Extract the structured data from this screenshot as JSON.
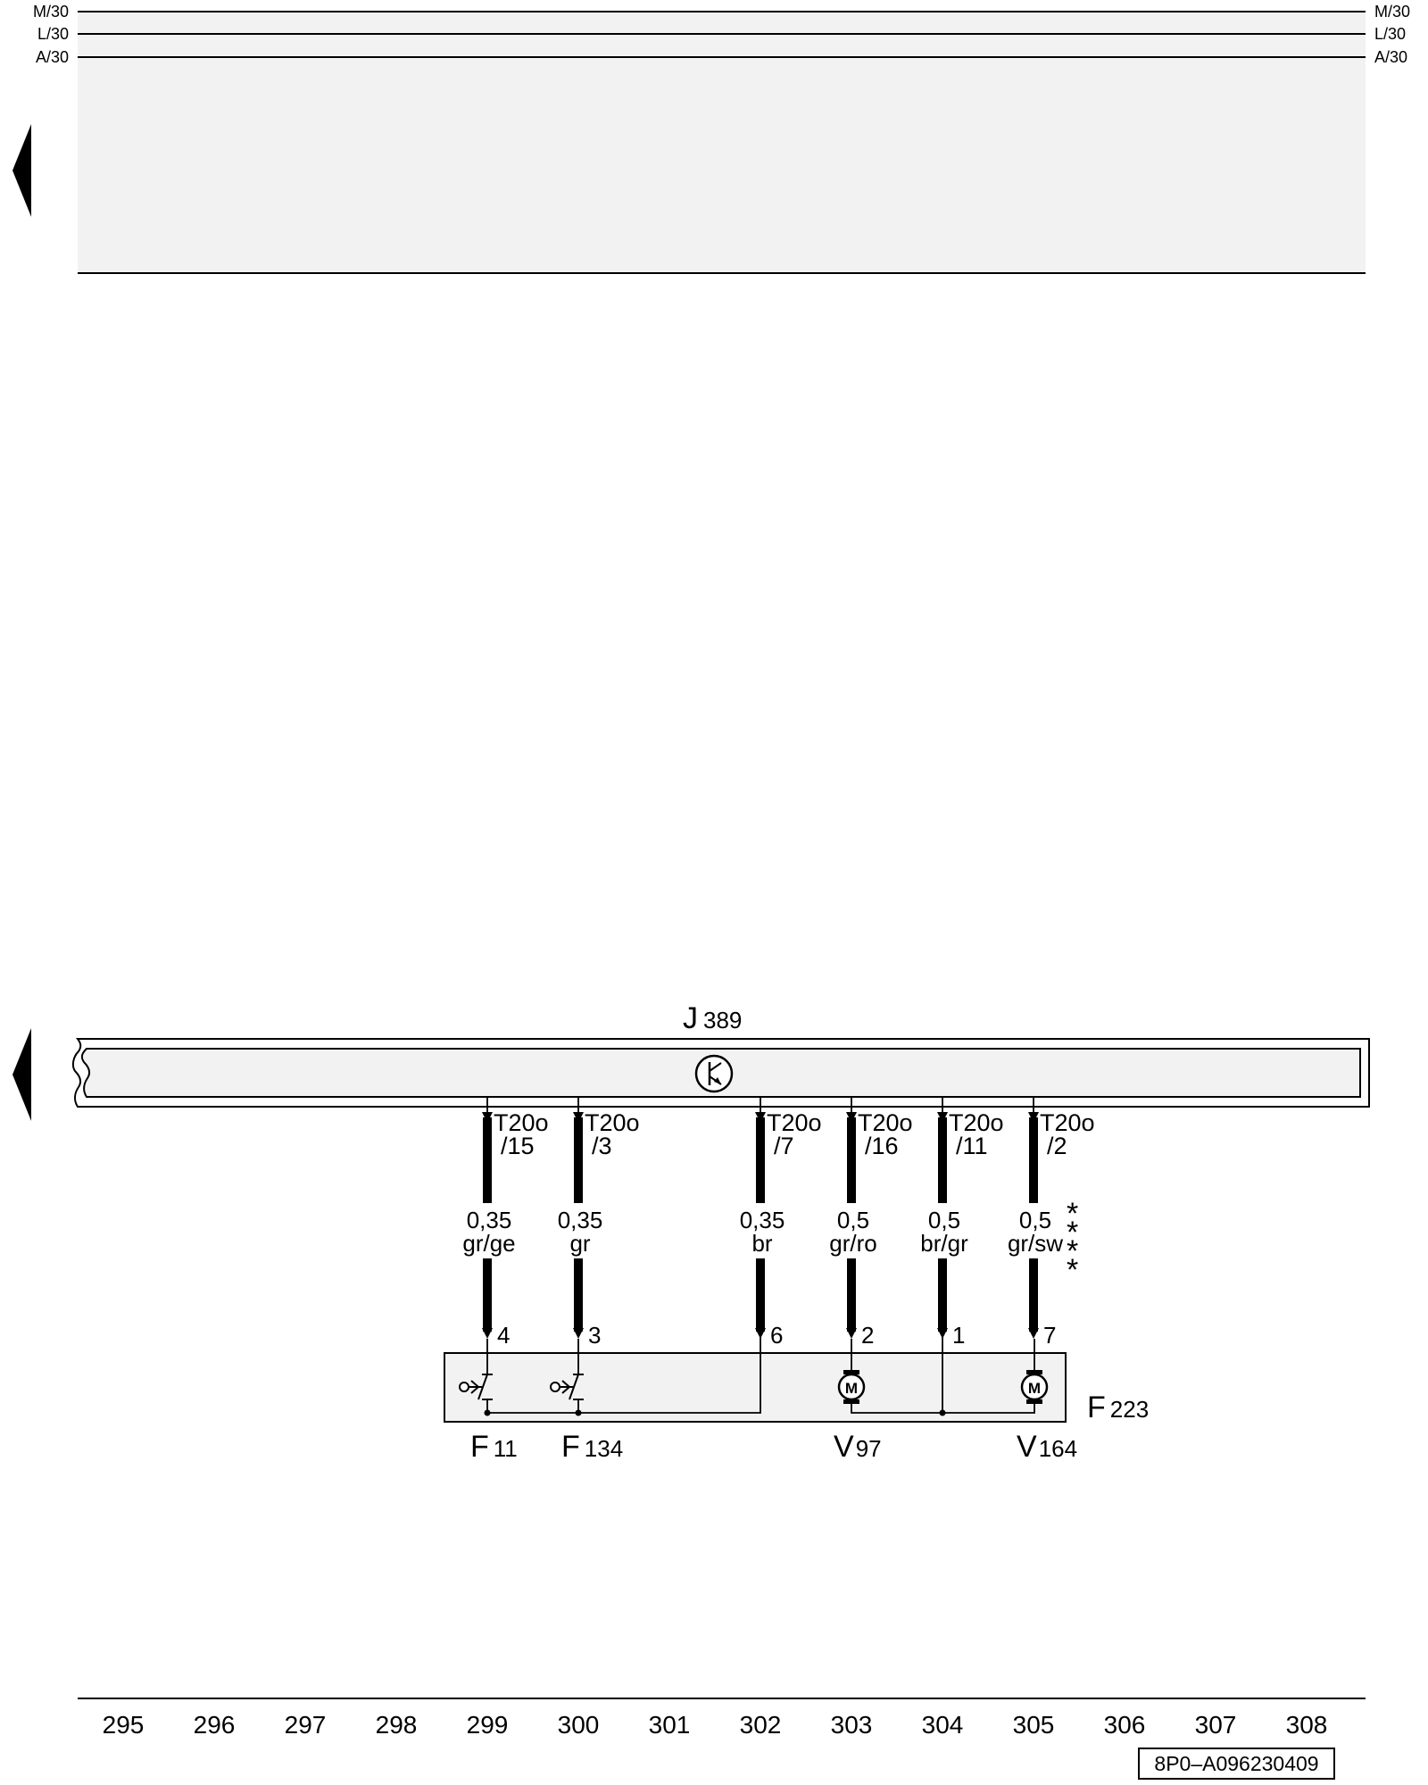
{
  "rails": {
    "left": [
      "M/30",
      "L/30",
      "A/30"
    ],
    "right": [
      "M/30",
      "L/30",
      "A/30"
    ]
  },
  "top_panel": {
    "fill": "#f2f2f2",
    "stroke": "#000000"
  },
  "controller": {
    "letter": "J",
    "number": "389",
    "symbol": "transistor-circle-icon"
  },
  "wires": [
    {
      "conn": "T20o",
      "pin": "/15",
      "gauge": "0,35",
      "color": "gr/ge",
      "target_pin": "4"
    },
    {
      "conn": "T20o",
      "pin": "/3",
      "gauge": "0,35",
      "color": "gr",
      "target_pin": "3"
    },
    {
      "conn": "T20o",
      "pin": "/7",
      "gauge": "0,35",
      "color": "br",
      "target_pin": "6"
    },
    {
      "conn": "T20o",
      "pin": "/16",
      "gauge": "0,5",
      "color": "gr/ro",
      "target_pin": "2"
    },
    {
      "conn": "T20o",
      "pin": "/11",
      "gauge": "0,5",
      "color": "br/gr",
      "target_pin": "1"
    },
    {
      "conn": "T20o",
      "pin": "/2",
      "gauge": "0,5",
      "color": "gr/sw",
      "target_pin": "7"
    }
  ],
  "footnote_marks": [
    "*",
    "*",
    "*",
    "*"
  ],
  "assembly": {
    "letter": "F",
    "number": "223"
  },
  "components": [
    {
      "letter": "F",
      "number": "11",
      "type": "switch"
    },
    {
      "letter": "F",
      "number": "134",
      "type": "switch"
    },
    {
      "letter": "V",
      "number": "97",
      "type": "motor",
      "symbol": "M"
    },
    {
      "letter": "V",
      "number": "164",
      "type": "motor",
      "symbol": "M"
    }
  ],
  "columns": [
    "295",
    "296",
    "297",
    "298",
    "299",
    "300",
    "301",
    "302",
    "303",
    "304",
    "305",
    "306",
    "307",
    "308"
  ],
  "reference_code": "8P0–A096230409",
  "nav": {
    "prev_top": "triangle-left-icon",
    "prev_bottom": "triangle-left-icon"
  }
}
